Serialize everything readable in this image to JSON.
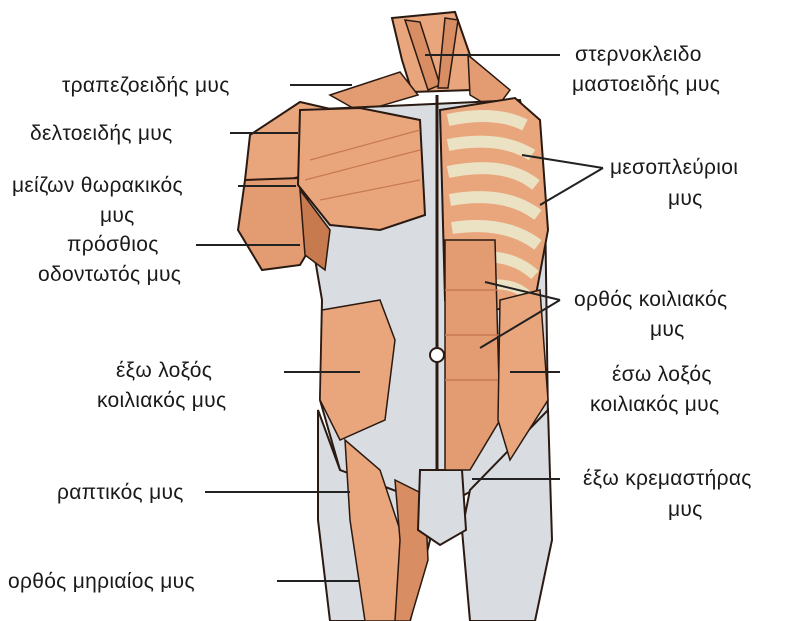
{
  "labels": {
    "sternocleido_line1": "στερνοκλειδο",
    "sternocleido_line2": "μαστοειδής μυς",
    "trapezius": "τραπεζοειδής μυς",
    "deltoid": "δελτοειδής μυς",
    "pectoralis_line1": "μείζων θωρακικός",
    "pectoralis_line2": "μυς",
    "intercostal_line1": "μεσοπλεύριοι",
    "intercostal_line2": "μυς",
    "serratus_line1": "πρόσθιος",
    "serratus_line2": "οδοντωτός μυς",
    "rectus_abd_line1": "ορθός κοιλιακός",
    "rectus_abd_line2": "μυς",
    "ext_oblique_line1": "έξω λοξός",
    "ext_oblique_line2": "κοιλιακός μυς",
    "int_oblique_line1": "έσω λοξός",
    "int_oblique_line2": "κοιλιακός μυς",
    "cremaster_line1": "έξω κρεμαστήρας",
    "cremaster_line2": "μυς",
    "sartorius": "ραπτικός μυς",
    "rectus_femoris": "ορθός μηριαίος μυς"
  },
  "colors": {
    "muscle": "#e9a67c",
    "muscle_dark": "#c77a4e",
    "tendon": "#d9dde2",
    "bone": "#ebe2c4",
    "outline": "#2a1a12",
    "leader": "#222222"
  }
}
